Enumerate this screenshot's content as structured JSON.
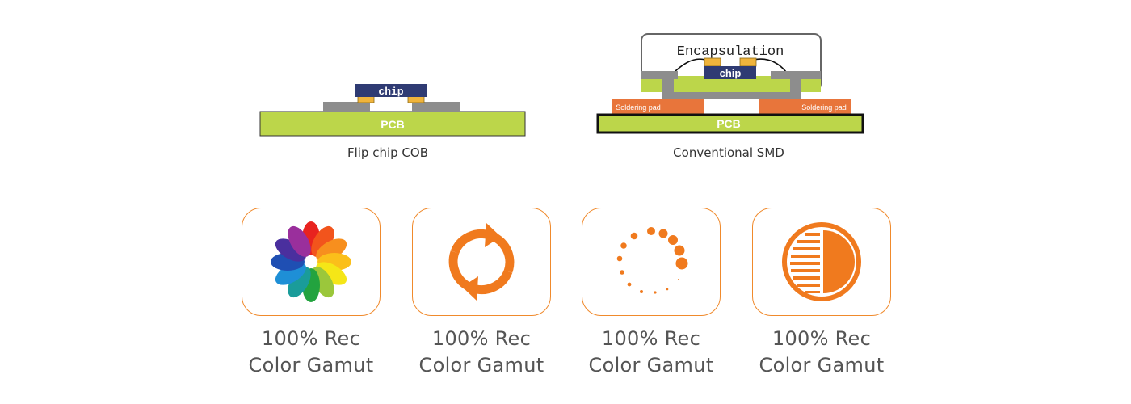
{
  "diagrams": {
    "flip_chip": {
      "chip_label": "chip",
      "pcb_label": "PCB",
      "caption": "Flip chip COB"
    },
    "smd": {
      "encapsulation_label": "Encapsulation",
      "chip_label": "chip",
      "pad_left_label": "Soldering pad",
      "pad_right_label": "Soldering pad",
      "pcb_label": "PCB",
      "caption": "Conventional SMD"
    }
  },
  "features": [
    {
      "icon": "color-wheel-icon",
      "line1": "100% Rec",
      "line2": "Color Gamut"
    },
    {
      "icon": "refresh-arrows-icon",
      "line1": "100% Rec",
      "line2": "Color Gamut"
    },
    {
      "icon": "loading-dots-icon",
      "line1": "100% Rec",
      "line2": "Color Gamut"
    },
    {
      "icon": "contrast-icon",
      "line1": "100% Rec",
      "line2": "Color Gamut"
    }
  ],
  "colors": {
    "accent": "#f08a2c",
    "pcb_green": "#bcd64a",
    "chip_navy": "#2f3b73",
    "pad_orange": "#e8753b",
    "contact_gold": "#f0b43c",
    "metal_gray": "#8d8d8d"
  }
}
